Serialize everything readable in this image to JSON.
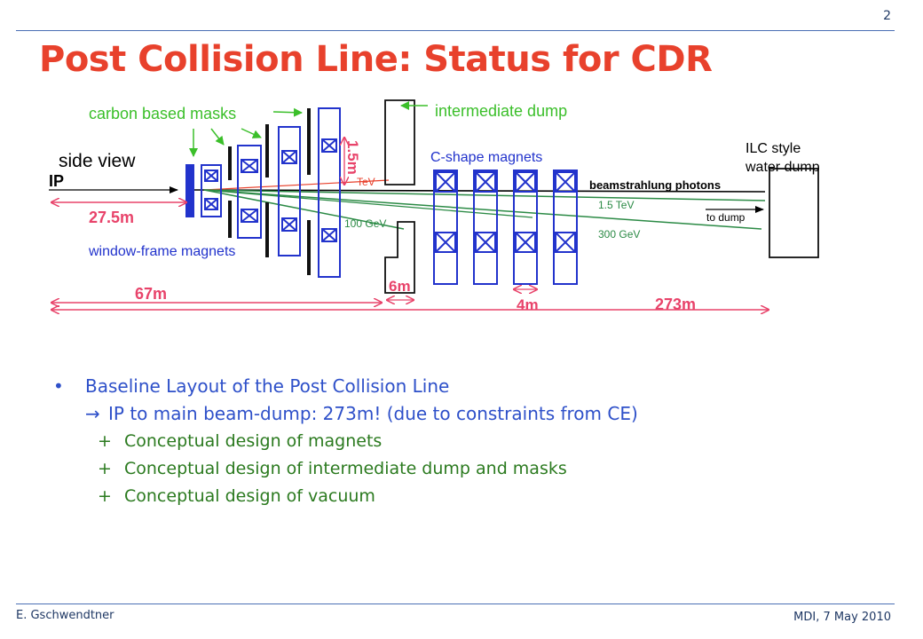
{
  "slide": {
    "number": "2",
    "title": "Post Collision Line: Status for CDR"
  },
  "diagram": {
    "label_masks": "carbon based masks",
    "label_intermediate_dump": "intermediate dump",
    "label_side_view": "side view",
    "label_ip": "IP",
    "label_27m": "27.5m",
    "label_window_frame": "window-frame magnets",
    "label_1_5m": "1.5m",
    "label_tev_clip": "TeV",
    "label_100gev": "100 GeV",
    "label_6m": "6m",
    "label_cshape": "C-shape magnets",
    "label_beamstrahlung": "beamstrahlung photons",
    "label_1_5tev": "1.5 TeV",
    "label_to_dump": "to dump",
    "label_300gev": "300 GeV",
    "label_ilc_1": "ILC style",
    "label_ilc_2": "water dump",
    "label_67m": "67m",
    "label_4m": "4m",
    "label_273m": "273m",
    "colors": {
      "red": "#e8412c",
      "pink": "#e8436a",
      "blue": "#2233cc",
      "green": "#3bbf2a",
      "darkgreen": "#2b8a45"
    }
  },
  "bullets": {
    "main": "Baseline Layout of the Post Collision Line",
    "arrow_line": "IP to main beam-dump: 273m! (due to constraints from CE)",
    "subs": [
      "Conceptual design of magnets",
      "Conceptual design of intermediate dump and masks",
      "Conceptual design of vacuum"
    ]
  },
  "footer": {
    "author": "E. Gschwendtner",
    "event": "MDI, 7 May 2010"
  }
}
